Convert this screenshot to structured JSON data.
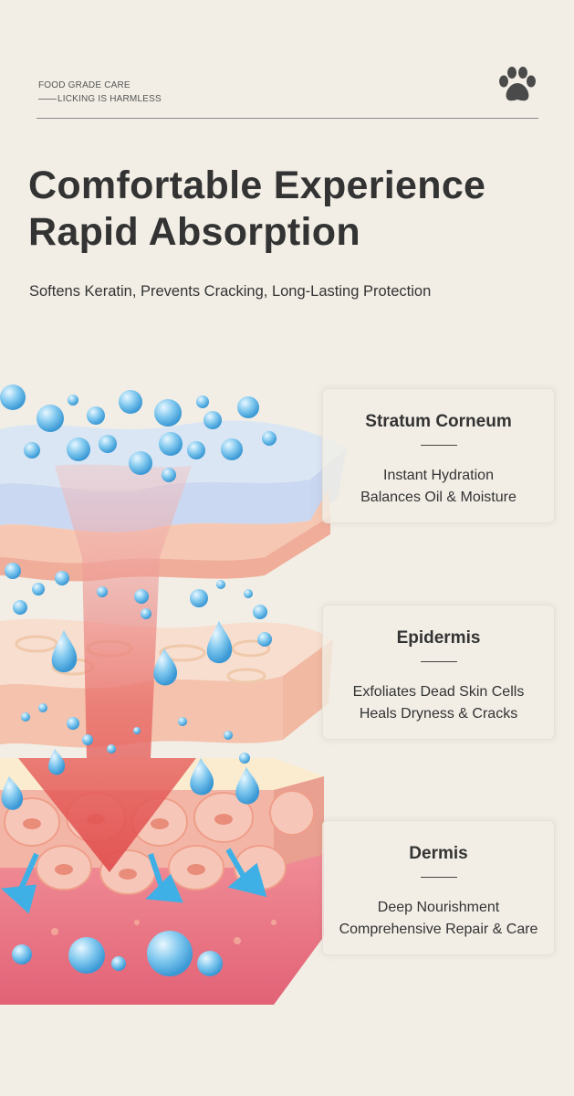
{
  "header": {
    "tagline_line1": "FOOD GRADE CARE",
    "tagline_line2": "LICKING IS HARMLESS",
    "logo_icon": "paw-icon"
  },
  "headline": {
    "line1": "Comfortable Experience",
    "line2": "Rapid Absorption"
  },
  "subtitle": "Softens Keratin, Prevents Cracking, Long-Lasting Protection",
  "layers": [
    {
      "title": "Stratum Corneum",
      "line1": "Instant Hydration",
      "line2": "Balances Oil & Moisture"
    },
    {
      "title": "Epidermis",
      "line1": "Exfoliates Dead Skin Cells",
      "line2": "Heals Dryness & Cracks"
    },
    {
      "title": "Dermis",
      "line1": "Deep Nourishment",
      "line2": "Comprehensive Repair & Care"
    }
  ],
  "colors": {
    "background": "#f2eee6",
    "text": "#333333",
    "arrow": "#e85a5a",
    "droplet": "#5fb8e8",
    "skin_pink": "#f0a898",
    "dermis_red": "#e06a7a"
  }
}
